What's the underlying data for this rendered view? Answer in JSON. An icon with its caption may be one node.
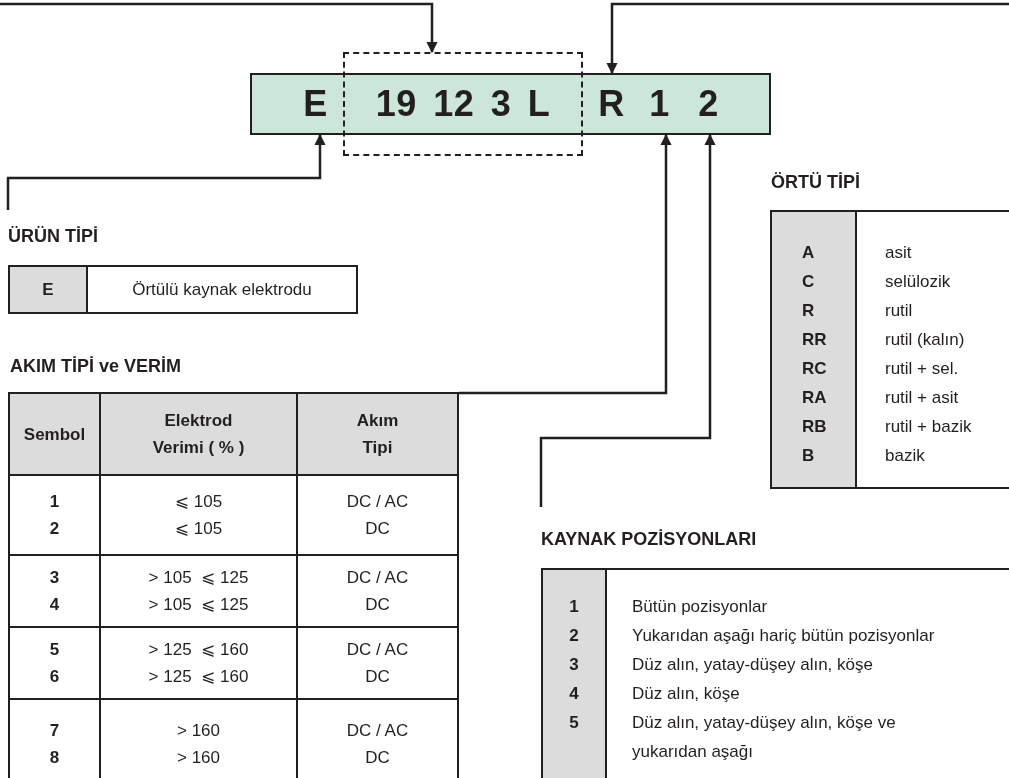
{
  "diagram": {
    "nodes": [
      {
        "text": [],
        "shape": "bar"
      },
      {
        "text": [
          "E"
        ],
        "in": 0
      },
      {
        "text": [
          "19 12 3 L"
        ]
      },
      {
        "text": [
          "R"
        ],
        "in": 0
      },
      {
        "text": [
          "1"
        ],
        "in": 0
      },
      {
        "text": [
          "2"
        ],
        "in": 0
      },
      {
        "text": [
          "ÜRÜN TİPİ",
          "E",
          "Örtülü kaynak elektrodu"
        ]
      },
      {
        "text": [
          "AKIM TİPİ ve VERİM",
          "Sembol",
          "Elektrod Verimi ( % )",
          "Akım Tipi",
          "1",
          "⩽ 105",
          "DC / AC",
          "2",
          "⩽ 105",
          "DC",
          "3",
          "> 105  ⩽ 125",
          "DC / AC",
          "4",
          "> 105  ⩽ 125",
          "DC",
          "5",
          "> 125  ⩽ 160",
          "DC / AC",
          "6",
          "> 125  ⩽ 160",
          "DC",
          "7",
          "> 160",
          "DC / AC",
          "8",
          "> 160",
          "DC"
        ]
      },
      {
        "text": [
          "ÖRTÜ TİPİ",
          "A",
          "asit",
          "C",
          "selülozik",
          "R",
          "rutil",
          "RR",
          "rutil (kalın)",
          "RC",
          "rutil + sel.",
          "RA",
          "rutil + asit",
          "RB",
          "rutil + bazik",
          "B",
          "bazik"
        ]
      },
      {
        "text": [
          "KAYNAK POZİSYONLARI",
          "1",
          "Bütün pozisyonlar",
          "2",
          "Yukarıdan aşağı hariç bütün pozisyonlar",
          "3",
          "Düz alın, yatay-düşey alın, köşe",
          "4",
          "Düz alın, köşe",
          "5",
          "Düz alın, yatay-düşey alın, köşe ve yukarıdan aşağı"
        ]
      }
    ],
    "edges": [
      {
        "from": null,
        "to": 2,
        "arrow": "to"
      },
      {
        "from": null,
        "to": 3,
        "arrow": "to"
      },
      {
        "from": 6,
        "to": 1,
        "arrow": "to"
      },
      {
        "from": 7,
        "to": 4,
        "arrow": "to"
      },
      {
        "from": 9,
        "to": 5,
        "arrow": "to"
      }
    ]
  }
}
